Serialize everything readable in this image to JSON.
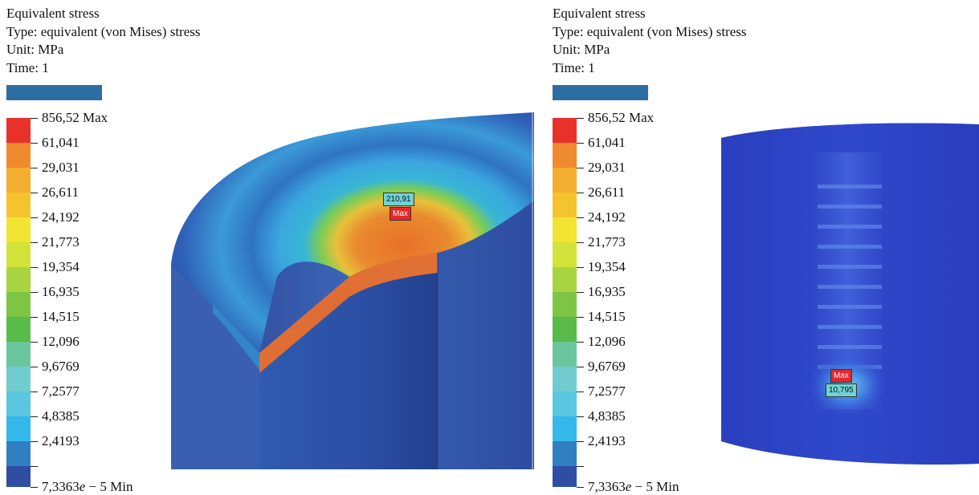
{
  "panels": [
    {
      "header": {
        "title": "Equivalent stress",
        "type": "Type: equivalent (von Mises) stress",
        "unit": "Unit: MPa",
        "time": "Time: 1"
      },
      "legend": [
        {
          "value": "856,52 Max",
          "color": "#e8312a"
        },
        {
          "value": "61,041",
          "color": "#ef8a2e"
        },
        {
          "value": "29,031",
          "color": "#f3ad2f"
        },
        {
          "value": "26,611",
          "color": "#f5c32e"
        },
        {
          "value": "24,192",
          "color": "#f1e532"
        },
        {
          "value": "21,773",
          "color": "#d2e33a"
        },
        {
          "value": "19,354",
          "color": "#a9d441"
        },
        {
          "value": "16,935",
          "color": "#7dc644"
        },
        {
          "value": "14,515",
          "color": "#58ba48"
        },
        {
          "value": "12,096",
          "color": "#6cc69d"
        },
        {
          "value": "9,6769",
          "color": "#71ccd0"
        },
        {
          "value": "7,2577",
          "color": "#5bc6e0"
        },
        {
          "value": "4,8385",
          "color": "#33b9ea"
        },
        {
          "value": "2,4193",
          "color": "#2f7fc1"
        }
      ],
      "legend_min": {
        "mantissa": "7,3363",
        "exp": "e",
        "rest": " − 5 Min",
        "color": "#2f4ea3"
      },
      "probes": {
        "value": "210,91",
        "max": "Max"
      }
    },
    {
      "header": {
        "title": "Equivalent stress",
        "type": "Type: equivalent (von Mises) stress",
        "unit": "Unit: MPa",
        "time": "Time: 1"
      },
      "legend": [
        {
          "value": "856,52 Max",
          "color": "#e8312a"
        },
        {
          "value": "61,041",
          "color": "#ef8a2e"
        },
        {
          "value": "29,031",
          "color": "#f3ad2f"
        },
        {
          "value": "26,611",
          "color": "#f5c32e"
        },
        {
          "value": "24,192",
          "color": "#f1e532"
        },
        {
          "value": "21,773",
          "color": "#d2e33a"
        },
        {
          "value": "19,354",
          "color": "#a9d441"
        },
        {
          "value": "16,935",
          "color": "#7dc644"
        },
        {
          "value": "14,515",
          "color": "#58ba48"
        },
        {
          "value": "12,096",
          "color": "#6cc69d"
        },
        {
          "value": "9,6769",
          "color": "#71ccd0"
        },
        {
          "value": "7,2577",
          "color": "#5bc6e0"
        },
        {
          "value": "4,8385",
          "color": "#33b9ea"
        },
        {
          "value": "2,4193",
          "color": "#2f7fc1"
        }
      ],
      "legend_min": {
        "mantissa": "7,3363",
        "exp": "e",
        "rest": " − 5 Min",
        "color": "#2f4ea3"
      },
      "probes": {
        "max": "Max",
        "value": "10,795"
      }
    }
  ]
}
